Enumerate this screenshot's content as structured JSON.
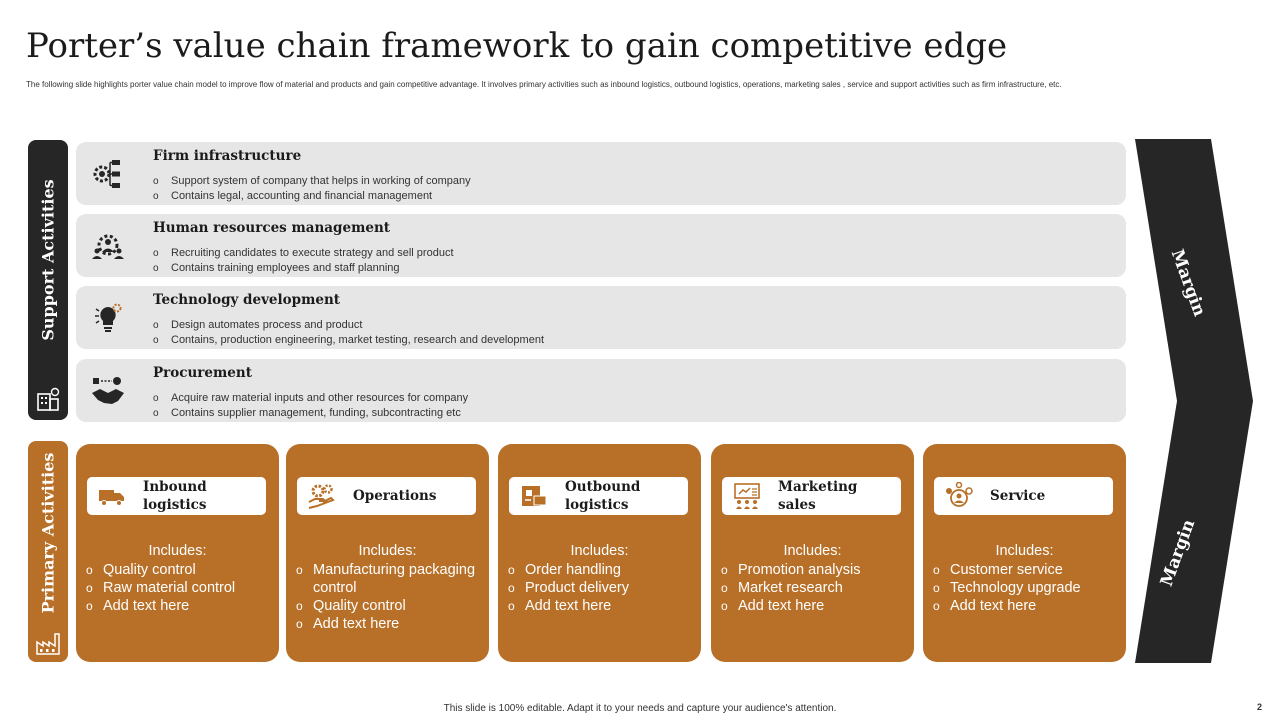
{
  "title": "Porter’s value chain framework to gain competitive edge",
  "subtitle": "The  following slide highlights porter value chain model to improve flow of material and  products and gain competitive advantage. It involves primary activities such as inbound logistics, outbound logistics, operations, marketing sales , service and support activities such as firm infrastructure, etc.",
  "support": {
    "label": "Support Activities",
    "icon": "building-icon",
    "rows": [
      {
        "title": "Firm infrastructure",
        "icon": "hierarchy-gear-icon",
        "bullets": [
          "Support system of company that helps in working of company",
          "Contains legal, accounting and financial management"
        ]
      },
      {
        "title": "Human resources management",
        "icon": "people-gear-icon",
        "bullets": [
          "Recruiting candidates to execute strategy and sell product",
          "Contains training employees and staff planning"
        ]
      },
      {
        "title": "Technology development",
        "icon": "lightbulb-gear-icon",
        "bullets": [
          "Design automates process and product",
          "Contains, production engineering, market testing, research and development"
        ]
      },
      {
        "title": "Procurement",
        "icon": "handshake-icon",
        "bullets": [
          "Acquire raw material inputs and other resources for company",
          "Contains supplier management, funding, subcontracting etc"
        ]
      }
    ]
  },
  "primary": {
    "label": "Primary Activities",
    "icon": "factory-icon",
    "cards": [
      {
        "title": "Inbound logistics",
        "icon": "truck-icon",
        "includes": "Includes:",
        "items": [
          "Quality control",
          "Raw material control",
          "Add text here"
        ]
      },
      {
        "title": "Operations",
        "icon": "gear-hand-icon",
        "includes": "Includes:",
        "items": [
          "Manufacturing packaging control",
          "Quality control",
          "Add text here"
        ]
      },
      {
        "title": "Outbound logistics",
        "icon": "delivery-box-icon",
        "includes": "Includes:",
        "items": [
          "Order handling",
          "Product delivery",
          "Add text here"
        ]
      },
      {
        "title": "Marketing sales",
        "icon": "presentation-icon",
        "includes": "Includes:",
        "items": [
          "Promotion analysis",
          "Market research",
          "Add text here"
        ]
      },
      {
        "title": "Service",
        "icon": "customer-service-icon",
        "includes": "Includes:",
        "items": [
          "Customer service",
          "Technology upgrade",
          "Add text here"
        ]
      }
    ]
  },
  "margin": {
    "top": "Margin",
    "bottom": "Margin"
  },
  "footer": "This slide is 100% editable.  Adapt it to your needs and capture your audience's attention.",
  "page_number": "2",
  "colors": {
    "accent": "#b87029",
    "dark": "#262626",
    "row_bg": "#e6e6e6"
  }
}
